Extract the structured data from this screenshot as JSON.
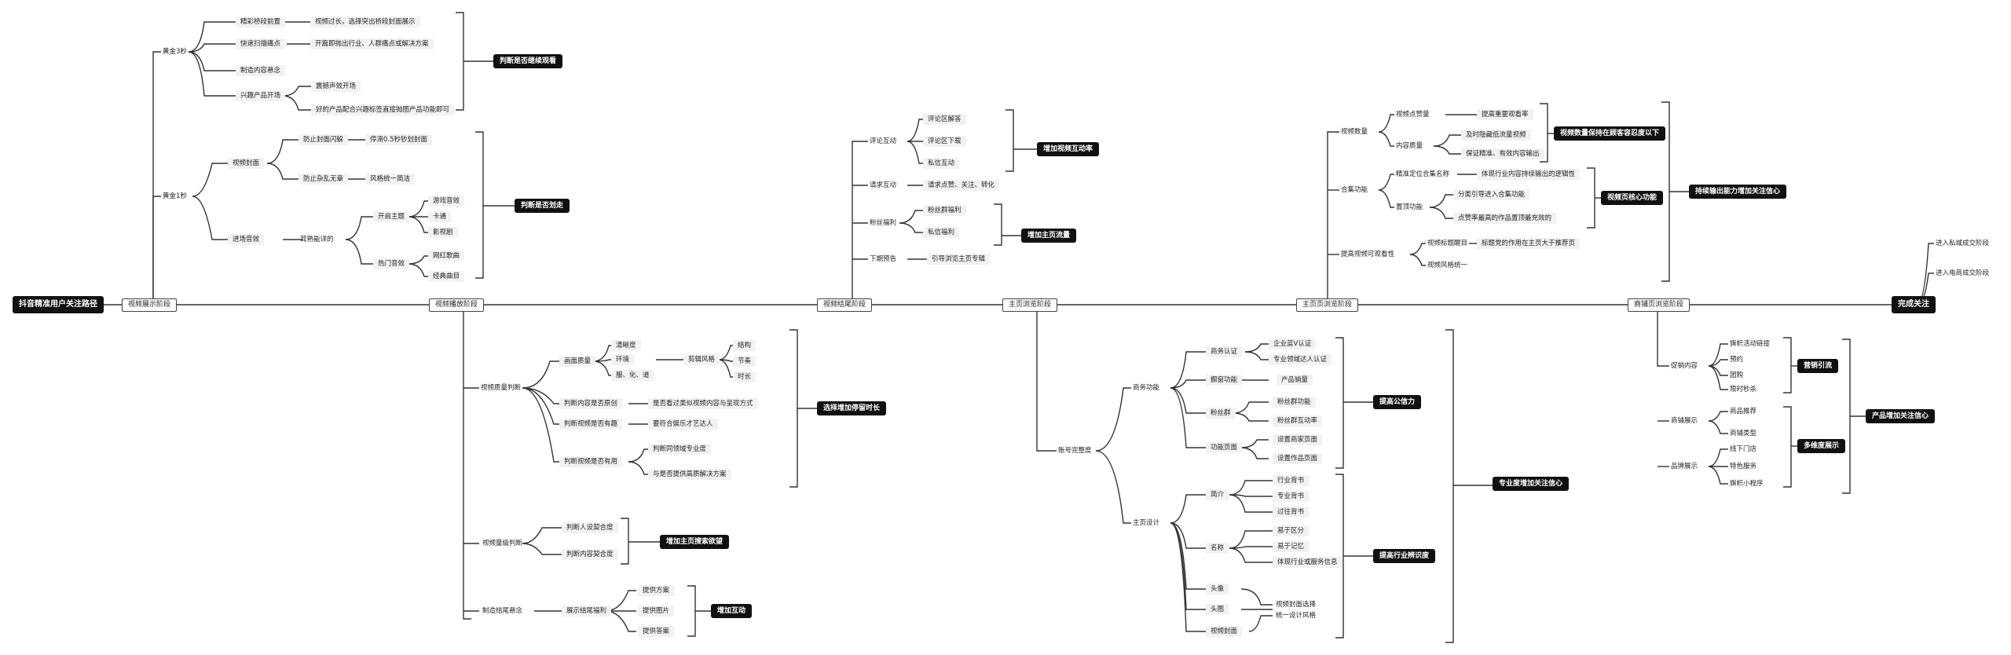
{
  "root": "抖音精准用户关注路径",
  "finish": "完成关注",
  "stages": [
    "视频展示阶段",
    "视频播放阶段",
    "视频结尾阶段",
    "主页浏览阶段",
    "主页页浏览阶段",
    "商铺页浏览阶段"
  ],
  "s1": {
    "gold3": "黄金3秒",
    "gold3_items": [
      "精彩桥段前置",
      "快速扫描痛点",
      "制造内容悬念",
      "兴趣产品开场"
    ],
    "highlight_note": "视频过长，选择突出桥段封面展示",
    "pain_note": "开篇即抛出行业、人群痛点或解决方案",
    "product_notes": [
      "震撼声效开场",
      "好的产品配合兴趣标签直接抛图产品功能即可"
    ],
    "gold3_result": "判断是否继续观看",
    "gold1": "黄金1秒",
    "cover": "视频封面",
    "cover_a": "防止封面闪躲",
    "cover_a_note": "停滞0.5秒钞划封面",
    "cover_b": "防止杂乱无章",
    "cover_b_note": "风格统一简洁",
    "bgm": "进场音效",
    "bgm_sub": "耳熟能详的",
    "bgm_open": "开启主题",
    "bgm_open_items": [
      "游戏音效",
      "卡通",
      "影视剧"
    ],
    "bgm_hot": "热门音效",
    "bgm_hot_items": [
      "网红歌曲",
      "经典曲目"
    ],
    "gold1_result": "判断是否划走"
  },
  "s2": {
    "quality": "视频质量判断",
    "pic": "画面质量",
    "pic_items": [
      "清晰度",
      "环境",
      "服、化、道"
    ],
    "cut": "剪辑风格",
    "cut_items": [
      "结构",
      "节奏",
      "时长"
    ],
    "q1": "判断内容是否原创",
    "q1_note": "是否看过类似视频内容与呈现方式",
    "q2": "判断视频是否有趣",
    "q2_note": "要符合娱乐才艺达人",
    "q3": "判断视频是否有用",
    "q3_notes": [
      "判断同领域专业度",
      "与是否提供高质解决方案"
    ],
    "quality_result": "选择增加停留时长",
    "ip": "视频量级判断",
    "ip_items": [
      "判断人设契合度",
      "判断内容契合度"
    ],
    "ip_result": "增加主页搜索欲望",
    "suspense": "制造结尾悬念",
    "bonus": "展示结尾福利",
    "bonus_items": [
      "提供方案",
      "提供图片",
      "提供答案"
    ],
    "suspense_result": "增加互动"
  },
  "s3": {
    "comment": "评论互动",
    "comment_items": [
      "评论区解答",
      "评论区下载",
      "私信互动"
    ],
    "comment_result": "增加视频互动率",
    "request": "请求互动",
    "request_note": "请求点赞、关注、转化",
    "fan": "粉丝福利",
    "fan_items": [
      "粉丝群福利",
      "私信福利"
    ],
    "fan_result": "增加主页流量",
    "next": "下期预告",
    "next_note": "引导浏览主页专辑"
  },
  "s4": {
    "acct": "账号完整度",
    "func": "商务功能",
    "verify": "商务认证",
    "verify_items": [
      "企业蓝V认证",
      "专业领域达人认证"
    ],
    "showcase": "橱窗功能",
    "showcase_note": "产品销量",
    "fansgroup": "粉丝群",
    "fansgroup_items": [
      "粉丝群功能",
      "粉丝群互动率"
    ],
    "pages": "功能页面",
    "pages_items": [
      "设置商家页面",
      "设置作品页面"
    ],
    "func_result": "提高公信力",
    "design": "主页设计",
    "intro": "简介",
    "intro_items": [
      "行业背书",
      "专业背书",
      "过往背书"
    ],
    "name": "名称",
    "name_items": [
      "易于区分",
      "易于记忆",
      "体现行业或服务信息"
    ],
    "avatar": "头像",
    "banner": "头图",
    "vcover": "视频封面",
    "unify": [
      "视频封面选择",
      "统一设计风格"
    ],
    "design_result": "提高行业辨识度",
    "final_result": "专业度增加关注信心"
  },
  "s5": {
    "count": "视频数量",
    "count_a": "视频点赞量",
    "count_a_note": "提高重要观看率",
    "count_b": "内容质量",
    "count_b_items": [
      "及时隐藏低流量视频",
      "保证精准、有效内容输出"
    ],
    "count_result": "视频数量保持在顾客容忍度以下",
    "album": "合集功能",
    "album_a": "精准定位合集名称",
    "album_a_note": "体现行业内容持续输出的逻辑性",
    "album_b": "置顶功能",
    "album_b_items": [
      "分类引导进入合集功能",
      "点赞率最高的作品置顶最充效的"
    ],
    "album_result": "视频页核心功能",
    "read": "提高视频可观看性",
    "read_a": "视频标题醒目",
    "read_a_note": "标题党的作用在主页大于推荐页",
    "read_b": "视频风格统一",
    "final_result": "持续输出能力增加关注信心"
  },
  "s6": {
    "promo": "促销内容",
    "promo_items": [
      "旗帜活动链接",
      "预约",
      "团购",
      "限时秒杀"
    ],
    "promo_result": "营销引流",
    "shop": "商铺展示",
    "shop_items": [
      "商品推荐",
      "商铺类型"
    ],
    "brand": "品牌展示",
    "brand_items": [
      "线下门店",
      "特色服务",
      "旗帜小程序"
    ],
    "multi_result": "多维度展示",
    "final_result": "产品增加关注信心",
    "finish_items": [
      "进入私域成交阶段",
      "进入电商成交阶段"
    ]
  }
}
